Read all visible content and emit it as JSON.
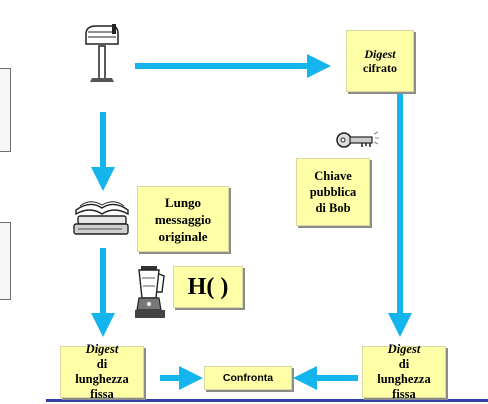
{
  "digest_cifrato": {
    "line1": "Digest",
    "line2": "cifrato"
  },
  "messaggio": {
    "line1": "Lungo",
    "line2": "messaggio",
    "line3": "originale"
  },
  "hash_label": "H( )",
  "chiave": {
    "line1": "Chiave",
    "line2": "pubblica",
    "line3": "di Bob"
  },
  "digest_left": {
    "line1a": "Digest",
    "line1b": " di",
    "line2": "lunghezza",
    "line3": "fissa"
  },
  "digest_right": {
    "line1a": "Digest",
    "line1b": " di",
    "line2": "lunghezza",
    "line3": "fissa"
  },
  "confronta": "Confronta",
  "icons": [
    "mailbox-icon",
    "key-icon",
    "books-icon",
    "blender-icon"
  ],
  "colors": {
    "arrow": "#14b4ec",
    "box_fill": "#ffffa8",
    "bottom_line": "#2e3fa8"
  }
}
